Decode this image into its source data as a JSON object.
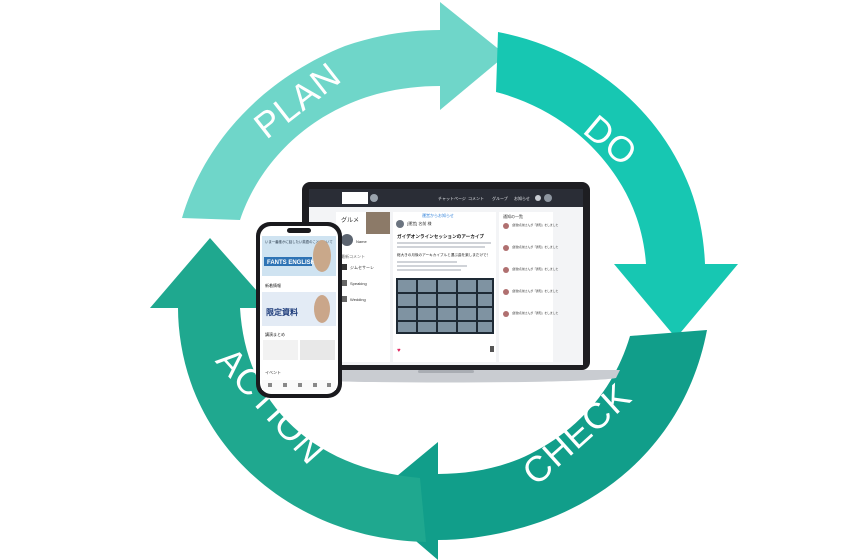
{
  "cycle": {
    "steps": [
      {
        "label": "PLAN",
        "color": "#6fd6c9"
      },
      {
        "label": "DO",
        "color": "#17c7b2"
      },
      {
        "label": "CHECK",
        "color": "#119e8a"
      },
      {
        "label": "ACTION",
        "color": "#1fa88f"
      }
    ]
  },
  "laptop": {
    "nav_items": [
      "チャットページ",
      "コメント",
      "グループ",
      "お知らせ"
    ],
    "left_title": "グルメ",
    "profile_name": "Name",
    "section_label": "最新コメント",
    "list_items": [
      "ジムセサーレ",
      "Speaking",
      "Wedding"
    ],
    "post_header": "運営からお知らせ",
    "post_author": "[運営] 名前 様",
    "post_title": "ガイデオンラインセッションのアーカイブ",
    "post_subtitle": "総大きの月後のアーキカイプルと選ぶ曲を楽しまだけで！",
    "right_title": "通知の一覧",
    "right_items": [
      "[運営]名前さんが「通知」をしました",
      "[運営]名前さんが「通知」をしました",
      "[運営]名前さんが「通知」をしました",
      "[運営]名前さんが「通知」をしました",
      "[運営]名前さんが「通知」をしました"
    ]
  },
  "phone": {
    "banner_title": "FANTS ENGLISH",
    "banner_tagline": "いま一番誰かに話したい英語のことについて",
    "section1": "新着情報",
    "card_title": "限定資料",
    "section2": "講演まとめ",
    "section3": "イベント"
  }
}
